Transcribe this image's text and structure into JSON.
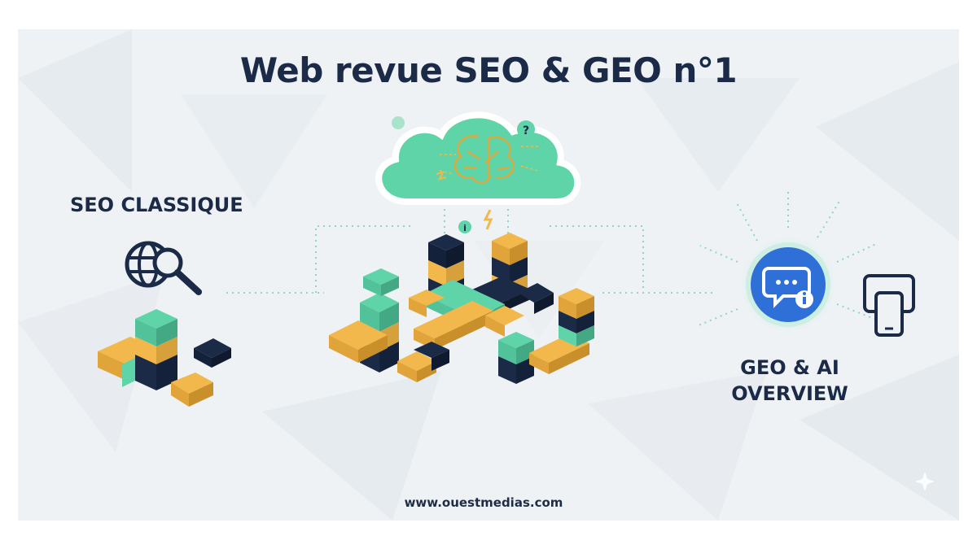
{
  "title": "Web revue SEO & GEO n°1",
  "left_section": {
    "label": "SEO CLASSIQUE",
    "icon": "globe-magnifier-icon"
  },
  "center_section": {
    "icon": "cloud-brain-icon",
    "question_mark": "?",
    "info_mark": "i"
  },
  "right_section": {
    "label_line1": "GEO & AI",
    "label_line2": "OVERVIEW",
    "icons": [
      "chat-info-icon",
      "tablet-phone-icon"
    ]
  },
  "footer": "www.ouestmedias.com",
  "colors": {
    "navy": "#1a2a47",
    "teal": "#5fd4a8",
    "yellow": "#f2b84b",
    "blue": "#2f6fd8",
    "background": "#eef2f5"
  }
}
